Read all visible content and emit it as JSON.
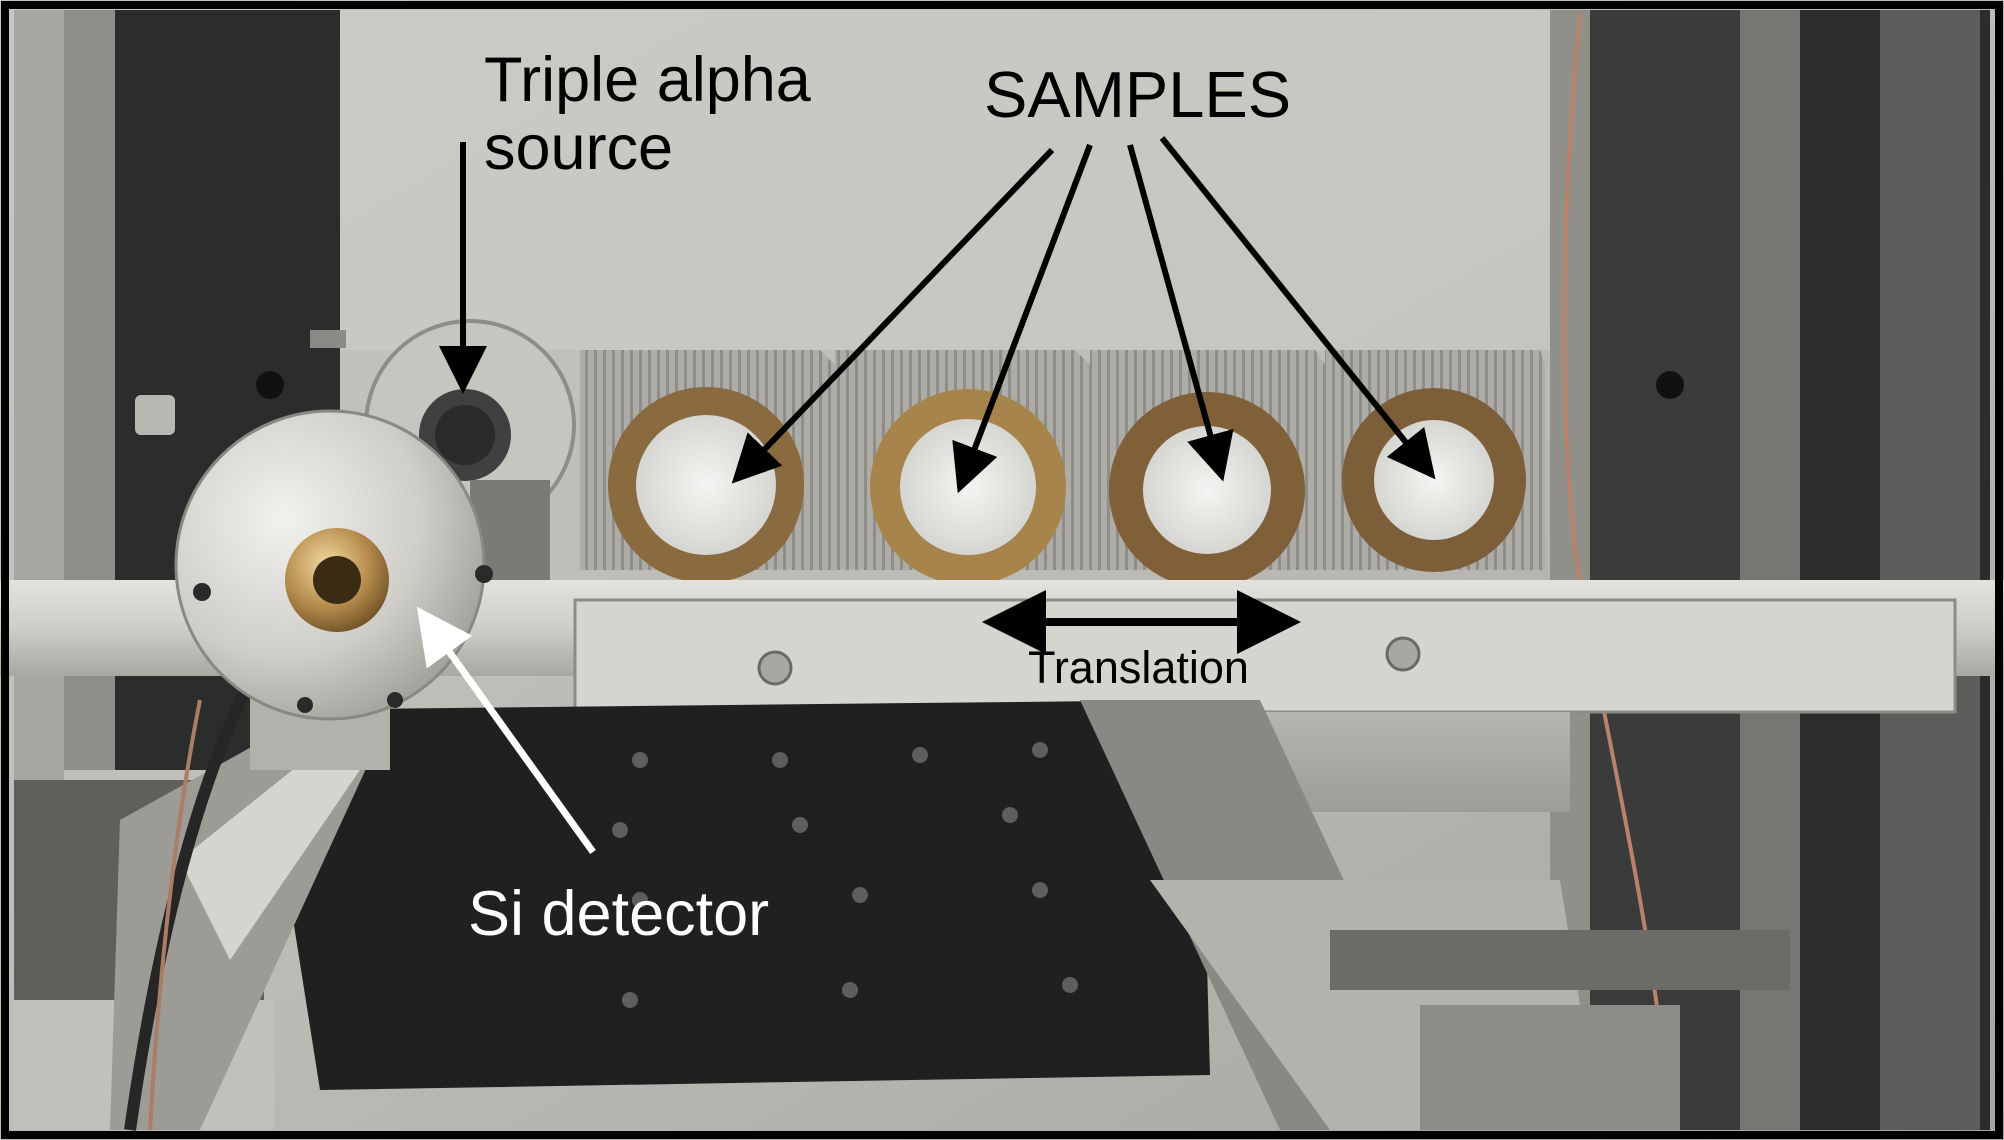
{
  "labels": {
    "triple_alpha_line1": "Triple alpha",
    "triple_alpha_line2": "source",
    "samples": "SAMPLES",
    "translation": "Translation",
    "si_detector": "Si detector"
  },
  "colors": {
    "frame": "#000000",
    "chamber_wall": "#b5b3ae",
    "dark_rail": "#2a2b2b",
    "aluminum": "#d2d0cb",
    "brass": "#a47e45",
    "sample_disk": "#e3e3e0",
    "stage_plate": "#1f2020",
    "arrow_black": "#000000",
    "arrow_white": "#ffffff",
    "label_dark": "#000000",
    "label_light": "#ffffff"
  },
  "icons": {
    "down_arrow": "down-arrow-icon",
    "double_arrow": "double-headed-arrow-icon"
  }
}
